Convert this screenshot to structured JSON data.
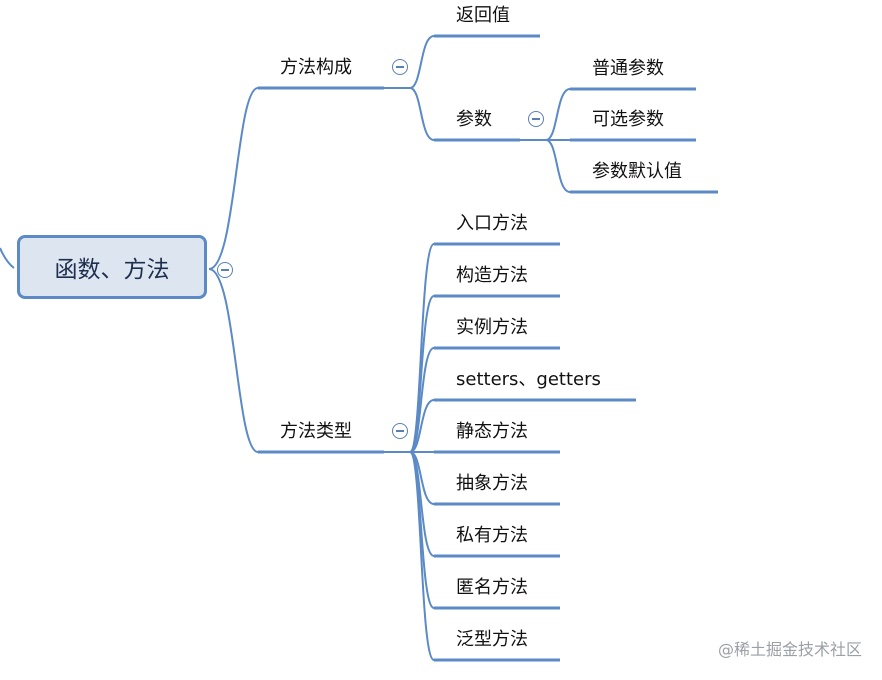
{
  "colors": {
    "connector": "#5b8ac7",
    "root_border": "#5b8ac7",
    "root_fill": "#dde5f1",
    "text": "#111111",
    "watermark": "#9aa0a6"
  },
  "root": {
    "label": "函数、方法"
  },
  "branches": {
    "composition": {
      "label": "方法构成",
      "return_value": "返回值",
      "params": {
        "label": "参数",
        "children": [
          "普通参数",
          "可选参数",
          "参数默认值"
        ]
      }
    },
    "types": {
      "label": "方法类型",
      "children": [
        "入口方法",
        "构造方法",
        "实例方法",
        "setters、getters",
        "静态方法",
        "抽象方法",
        "私有方法",
        "匿名方法",
        "泛型方法"
      ]
    }
  },
  "watermark": "@稀土掘金技术社区"
}
